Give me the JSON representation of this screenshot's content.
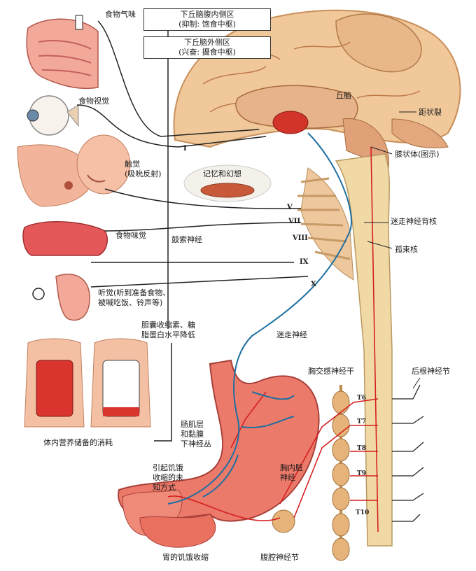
{
  "boxes": {
    "vmh": "下丘脑腹内侧区\n(抑制: 饱食中枢)",
    "lh": "下丘脑外侧区\n(兴奋: 摄食中枢)"
  },
  "labels": {
    "smell": "食物气味",
    "sight": "食物视觉",
    "touch": "触觉\n(吸吮反射)",
    "memory": "记忆和幻想",
    "taste": "食物味觉",
    "chorda": "鼓索神经",
    "hearing": "听觉(听到准备食物、\n被喊吃饭、铃声等)",
    "cck": "胆囊收缩素、糖\n脂蛋白水平降低",
    "depletion": "体内营养储备的消耗",
    "thalamus": "丘脑",
    "calcarine": "距状裂",
    "geniculate": "膝状体(图示)",
    "vagal_nucleus": "迷走神经背核",
    "solitary": "孤束核",
    "vagus": "迷走神经",
    "sympathetic_trunk": "胸交感神经干",
    "dorsal_root": "后根神经节",
    "plexus": "肠肌层\n和黏膜\n下神经丛",
    "unknown": "引起饥饿\n收缩的未\n知方式",
    "thoracic": "胸内脏\n神经",
    "hunger": "胃的饥饿收缩",
    "celiac": "腹腔神经节"
  },
  "cranial_nerves": [
    "I",
    "V",
    "VII",
    "VIII",
    "IX",
    "X"
  ],
  "thoracic_segments": [
    "T6",
    "T7",
    "T8",
    "T9",
    "T10"
  ],
  "colors": {
    "tissue": "#f2a99a",
    "cord": "#f1d9a6",
    "nerve_red": "#d42020",
    "nerve_blue": "#1f6fa0",
    "ganglion": "#e6b47a",
    "brain": "#f0c89a"
  }
}
